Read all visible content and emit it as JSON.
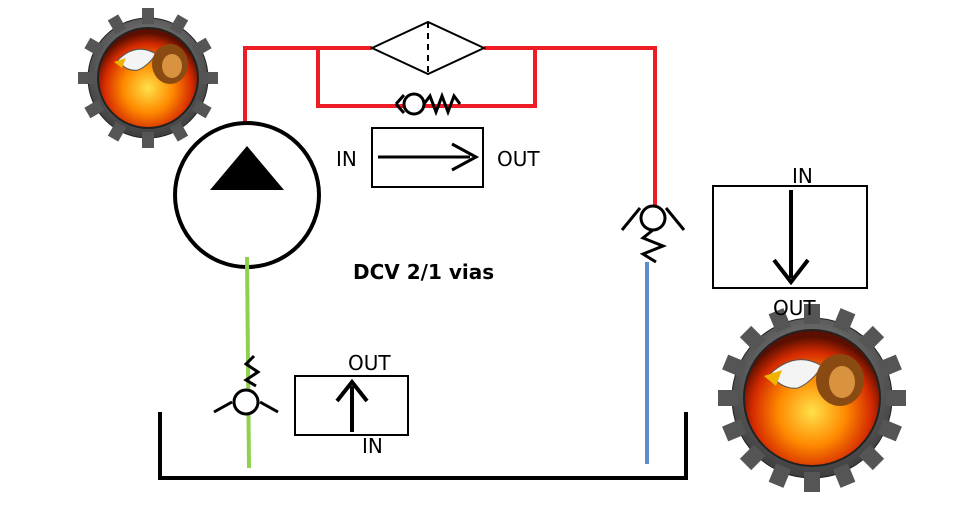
{
  "title": "DCV 2/1 vias",
  "labels": {
    "in": "IN",
    "out": "OUT"
  },
  "line_colors": {
    "pressure": "#ee1c24",
    "suction": "#8fd14f",
    "return": "#5b8ccc",
    "outline": "#000000"
  },
  "logos": [
    {
      "name": "eagle-lion-gear-logo",
      "description": "gear emblem with eagle, lion and flames"
    },
    {
      "name": "eagle-lion-gear-logo",
      "description": "gear emblem with eagle, lion and flames"
    }
  ]
}
